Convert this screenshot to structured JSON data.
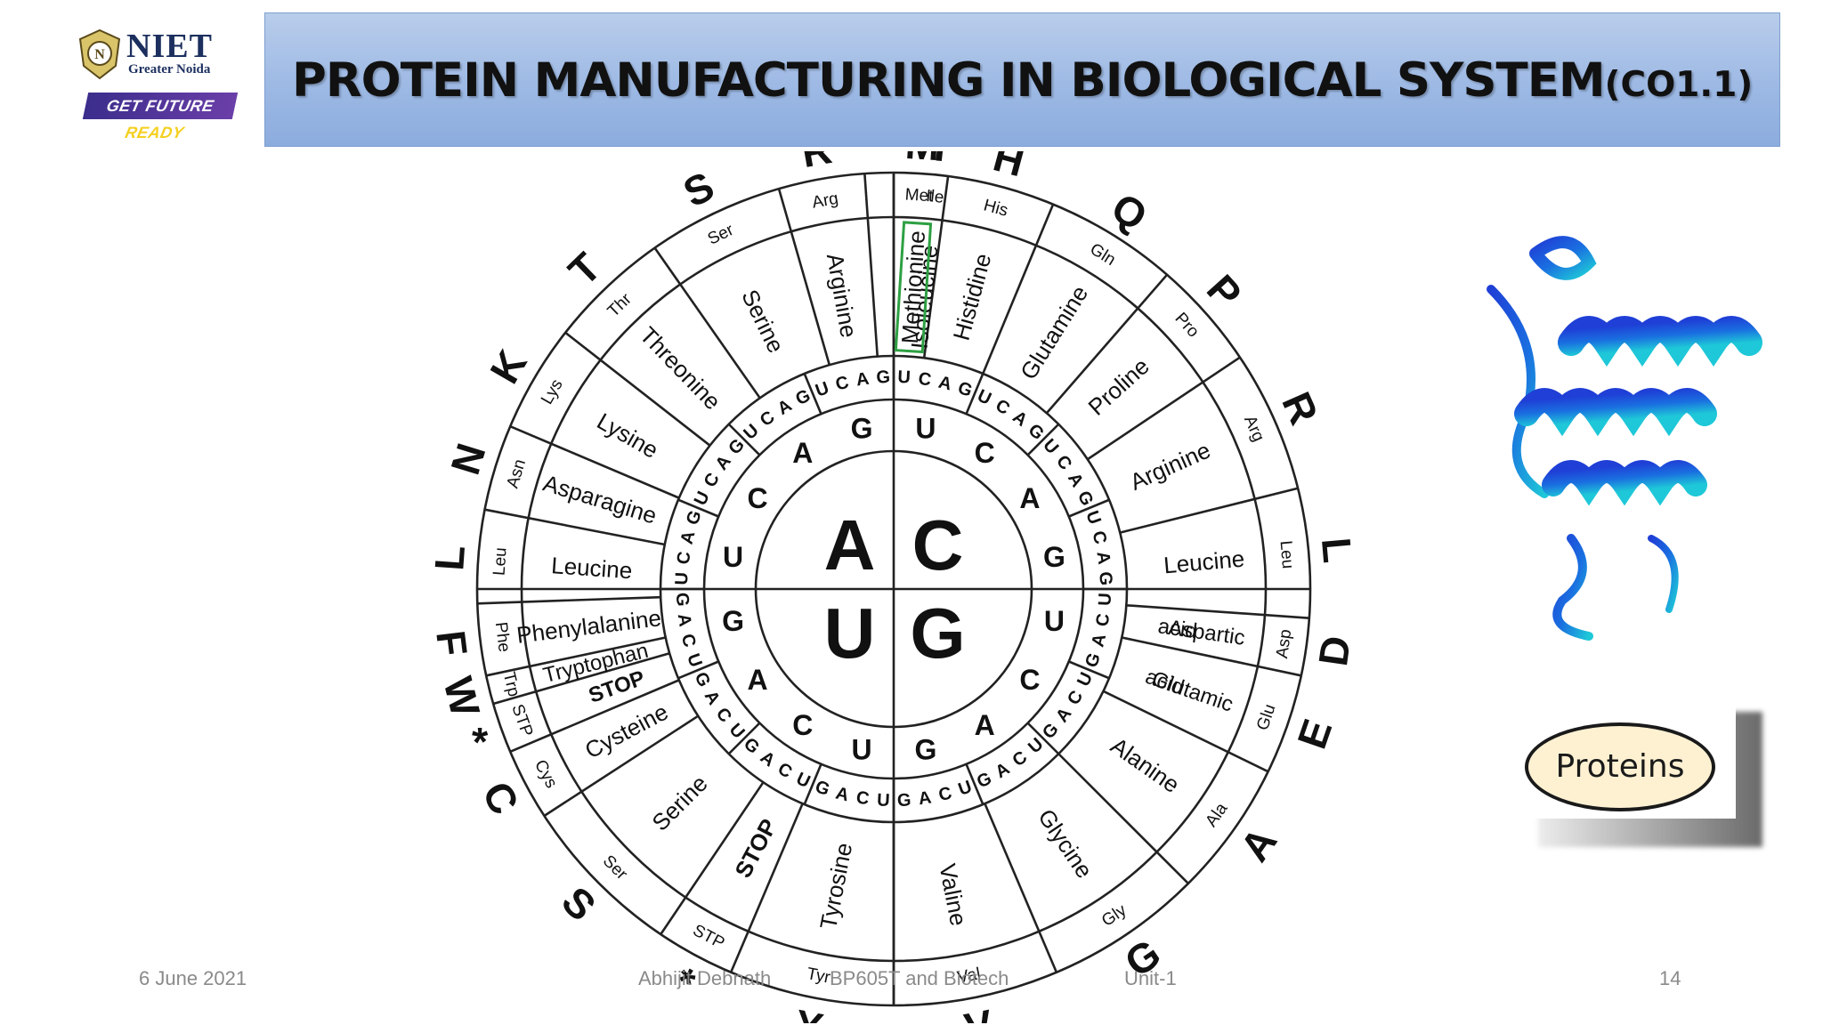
{
  "slide": {
    "title_main": "PROTEIN MANUFACTURING IN BIOLOGICAL SYSTEM",
    "title_code": "(CO1.1)"
  },
  "logo": {
    "name": "NIET",
    "sub": "Greater Noida",
    "tag_a": "GET FUTURE",
    "tag_b": "READY"
  },
  "wheel": {
    "center": [
      "A",
      "C",
      "U",
      "G"
    ],
    "first_ring": [
      "U",
      "C",
      "A",
      "G"
    ],
    "codon_letters": [
      "U",
      "C",
      "A",
      "G"
    ],
    "amino_names": [
      "Methionine",
      "Histidine",
      "Glutamine",
      "Proline",
      "Arginine",
      "Leucine",
      "Aspartic",
      "acid",
      "Glutamic",
      "acid",
      "Alanine",
      "Glycine",
      "Valine",
      "Tyrosine",
      "STOP",
      "Serine",
      "Cysteine",
      "STOP",
      "Tryptophan",
      "Phenylalanine",
      "Leucine",
      "Asparagine",
      "Lysine",
      "Threonine",
      "Serine",
      "Arginine",
      "Isoleucine"
    ],
    "abbrevs": [
      "Met",
      "His",
      "Gln",
      "Pro",
      "Arg",
      "Leu",
      "Asp",
      "Glu",
      "Ala",
      "Gly",
      "Val",
      "Tyr",
      "STP",
      "Ser",
      "Cys",
      "STP",
      "Trp",
      "Phe",
      "Leu",
      "Asn",
      "Lys",
      "Thr",
      "Ser",
      "Arg",
      "Ile"
    ],
    "letters": [
      "M",
      "H",
      "Q",
      "P",
      "R",
      "L",
      "D",
      "E",
      "A",
      "G",
      "V",
      "Y",
      "*",
      "S",
      "C",
      "*",
      "W",
      "F",
      "L",
      "N",
      "K",
      "T",
      "S",
      "R",
      "I"
    ]
  },
  "side": {
    "proteins_label": "Proteins"
  },
  "footer": {
    "date": "6 June 2021",
    "author": "Abhijit Debnath",
    "course": "BP605T and Biotech",
    "unit": "Unit-1",
    "page": "14"
  }
}
